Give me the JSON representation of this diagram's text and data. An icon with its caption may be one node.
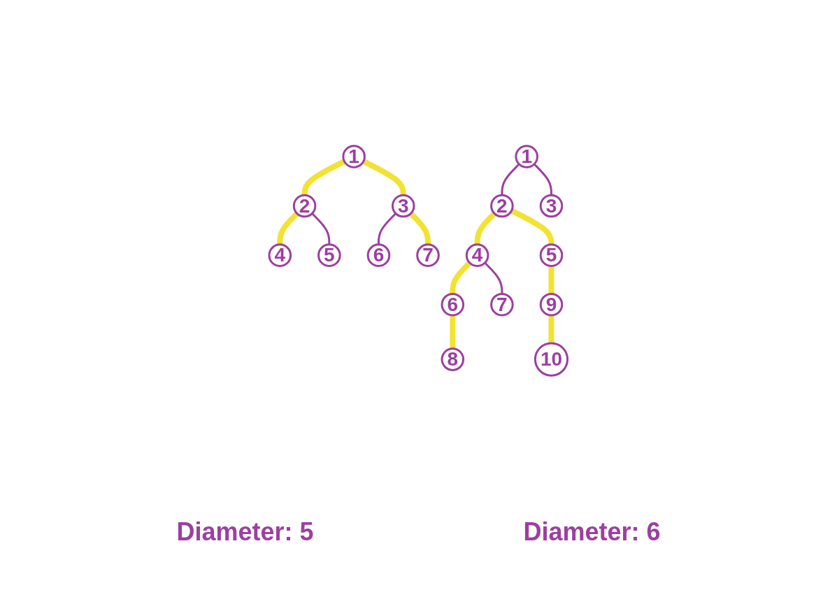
{
  "diagram": {
    "nodes": [
      {
        "text": [
          "1"
        ]
      },
      {
        "text": [
          "2"
        ]
      },
      {
        "text": [
          "3"
        ]
      },
      {
        "text": [
          "4"
        ]
      },
      {
        "text": [
          "5"
        ]
      },
      {
        "text": [
          "6"
        ]
      },
      {
        "text": [
          "7"
        ]
      },
      {
        "text": [
          "1"
        ]
      },
      {
        "text": [
          "2"
        ]
      },
      {
        "text": [
          "3"
        ]
      },
      {
        "text": [
          "4"
        ]
      },
      {
        "text": [
          "5"
        ]
      },
      {
        "text": [
          "6"
        ]
      },
      {
        "text": [
          "7"
        ]
      },
      {
        "text": [
          "9"
        ]
      },
      {
        "text": [
          "8"
        ]
      },
      {
        "text": [
          "10"
        ]
      }
    ],
    "edges": [
      {
        "from": 0,
        "to": 1,
        "arrow": "none"
      },
      {
        "from": 0,
        "to": 2,
        "arrow": "none"
      },
      {
        "from": 1,
        "to": 3,
        "arrow": "none"
      },
      {
        "from": 1,
        "to": 4,
        "arrow": "none",
        "color": "#9c3fa0"
      },
      {
        "from": 2,
        "to": 5,
        "arrow": "none",
        "color": "#9c3fa0"
      },
      {
        "from": 2,
        "to": 6,
        "arrow": "none"
      },
      {
        "from": 7,
        "to": 8,
        "arrow": "none",
        "color": "#9c3fa0"
      },
      {
        "from": 7,
        "to": 9,
        "arrow": "none",
        "color": "#9c3fa0"
      },
      {
        "from": 8,
        "to": 10,
        "arrow": "none"
      },
      {
        "from": 8,
        "to": 11,
        "arrow": "none"
      },
      {
        "from": 10,
        "to": 12,
        "arrow": "none"
      },
      {
        "from": 10,
        "to": 13,
        "arrow": "none",
        "color": "#9c3fa0"
      },
      {
        "from": 11,
        "to": 14,
        "arrow": "none"
      },
      {
        "from": 12,
        "to": 15,
        "arrow": "none"
      },
      {
        "from": 14,
        "to": 16,
        "arrow": "none"
      }
    ],
    "labels": [
      "Diameter: 5",
      "Diameter: 6"
    ]
  }
}
